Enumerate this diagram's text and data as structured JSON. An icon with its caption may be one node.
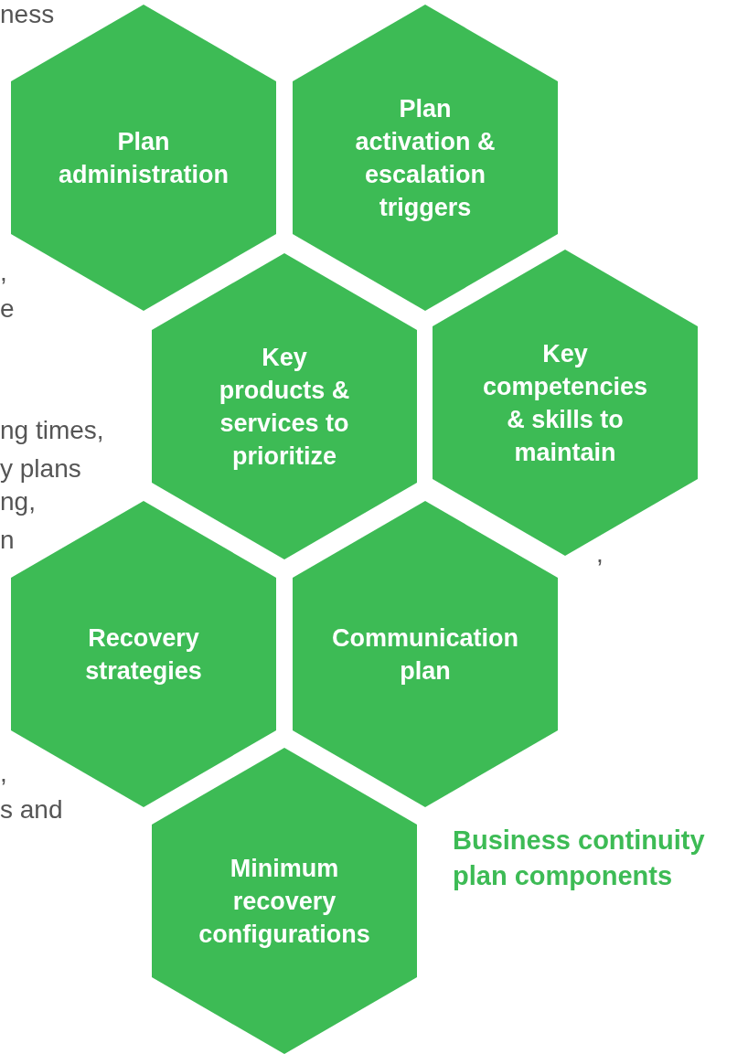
{
  "diagram": {
    "title": "Business continuity plan components",
    "nodes": [
      {
        "text": [
          "Plan administration"
        ]
      },
      {
        "text": [
          "Plan activation & escalation triggers"
        ]
      },
      {
        "text": [
          "Key products & services to prioritize"
        ]
      },
      {
        "text": [
          "Key competencies & skills to maintain"
        ]
      },
      {
        "text": [
          "Recovery strategies"
        ]
      },
      {
        "text": [
          "Communication plan"
        ]
      },
      {
        "text": [
          "Minimum recovery configurations"
        ]
      }
    ],
    "labels": [
      "ness",
      ",",
      "e",
      "ng times,",
      "y plans",
      "ng,",
      "n",
      ",",
      "s and",
      ","
    ]
  }
}
